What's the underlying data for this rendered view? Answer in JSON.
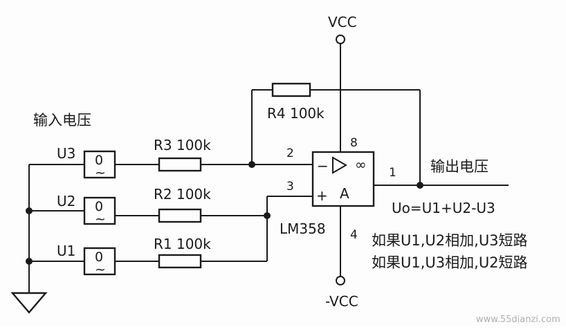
{
  "diagram": {
    "input_title": "输入电压",
    "output_title": "输出电压",
    "vcc": "VCC",
    "neg_vcc": "-VCC",
    "chip": "LM358",
    "opamp_infinity": "∞",
    "opamp_name": "A",
    "opamp_minus": "−",
    "opamp_plus": "+",
    "pins": {
      "p8": "8",
      "p2": "2",
      "p3": "3",
      "p1": "1",
      "p4": "4"
    },
    "resistors": {
      "r4": "R4 100k",
      "r3": "R3 100k",
      "r2": "R2 100k",
      "r1": "R1 100k"
    },
    "sources": {
      "u3": "U3",
      "u2": "U2",
      "u1": "U1",
      "zero": "0",
      "wave": "~"
    },
    "formula": "Uo=U1+U2-U3",
    "note1": "如果U1,U2相加,U3短路",
    "note2": "如果U1,U3相加,U2短路",
    "watermark": "www.55dianzi.com"
  }
}
